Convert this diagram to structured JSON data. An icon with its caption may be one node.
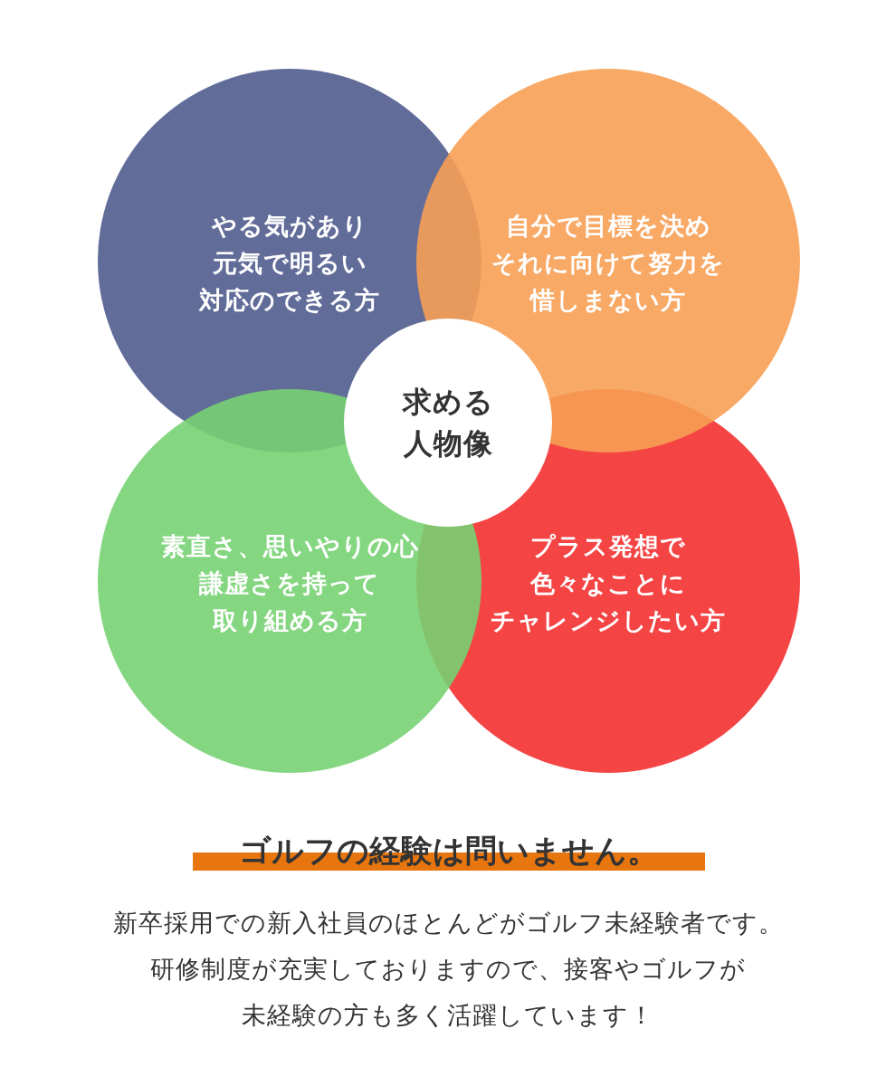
{
  "diagram": {
    "title": "ゴルフの経験は問いません。",
    "caption": "新卒採用での新入社員のほとんどがゴルフ未経験者です。研修制度が充実しておりますので、接客やゴルフが未経験の方も多く活躍しています！",
    "nodes": [
      {
        "text": [
          "やる気があり元気で明るい対応のできる方"
        ]
      },
      {
        "text": [
          "自分で目標を決めそれに向けて努力を惜しまない方"
        ]
      },
      {
        "text": [
          "素直さ、思いやりの心謙虚さを持って取り組める方"
        ]
      },
      {
        "text": [
          "プラス発想で色々なことにチャレンジしたい方"
        ]
      },
      {
        "text": [
          "求める人物像"
        ]
      }
    ]
  }
}
